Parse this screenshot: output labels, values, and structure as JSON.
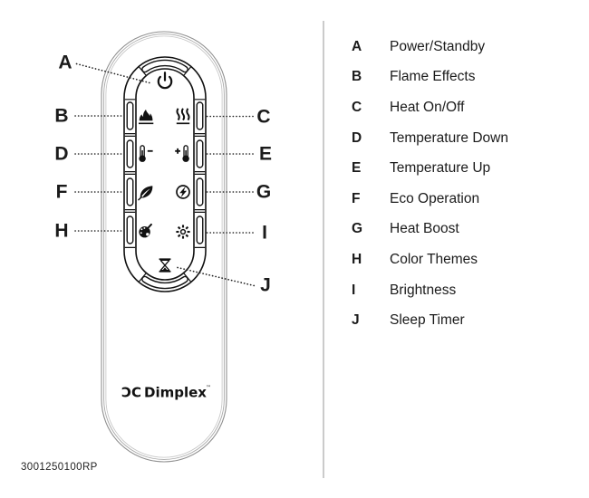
{
  "brand": {
    "mark": "ƆC",
    "wordmark": "Dimplex",
    "trademark": "™"
  },
  "part_number": "3001250100RP",
  "remote": {
    "buttons": [
      {
        "key": "A",
        "label": "Power/Standby",
        "icon": "power-icon"
      },
      {
        "key": "B",
        "label": "Flame Effects",
        "icon": "flame-icon"
      },
      {
        "key": "C",
        "label": "Heat On/Off",
        "icon": "heat-waves-icon"
      },
      {
        "key": "D",
        "label": "Temperature Down",
        "icon": "thermometer-minus-icon"
      },
      {
        "key": "E",
        "label": "Temperature Up",
        "icon": "thermometer-plus-icon"
      },
      {
        "key": "F",
        "label": "Eco Operation",
        "icon": "leaf-icon"
      },
      {
        "key": "G",
        "label": "Heat Boost",
        "icon": "heat-boost-icon"
      },
      {
        "key": "H",
        "label": "Color Themes",
        "icon": "palette-icon"
      },
      {
        "key": "I",
        "label": "Brightness",
        "icon": "brightness-icon"
      },
      {
        "key": "J",
        "label": "Sleep Timer",
        "icon": "hourglass-icon"
      }
    ]
  },
  "colors": {
    "line_art": "#111111",
    "body_outline": "#9e9e9e",
    "divider": "#cbcbcb",
    "text": "#1b1b1b"
  }
}
